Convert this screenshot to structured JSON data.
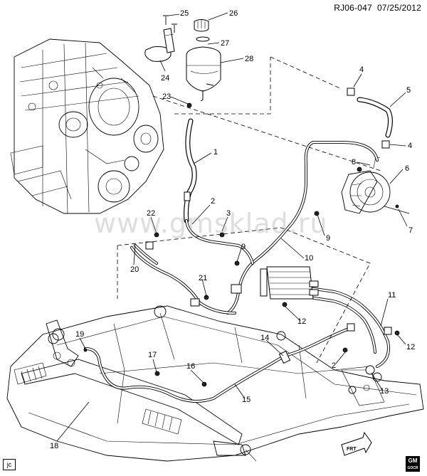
{
  "header": {
    "code": "RJ06-047",
    "date": "07/25/2012"
  },
  "corner_tag": "jc",
  "logo": {
    "line1": "GM",
    "line2": "GOCR"
  },
  "watermark": "www.gmsklad.ru",
  "front_marker": "FRT",
  "callouts": [
    "1",
    "2",
    "3",
    "4",
    "5",
    "6",
    "7",
    "8",
    "9",
    "10",
    "11",
    "12",
    "13",
    "14",
    "15",
    "16",
    "17",
    "18",
    "19",
    "20",
    "21",
    "22",
    "23",
    "24",
    "25",
    "26",
    "27",
    "28"
  ]
}
